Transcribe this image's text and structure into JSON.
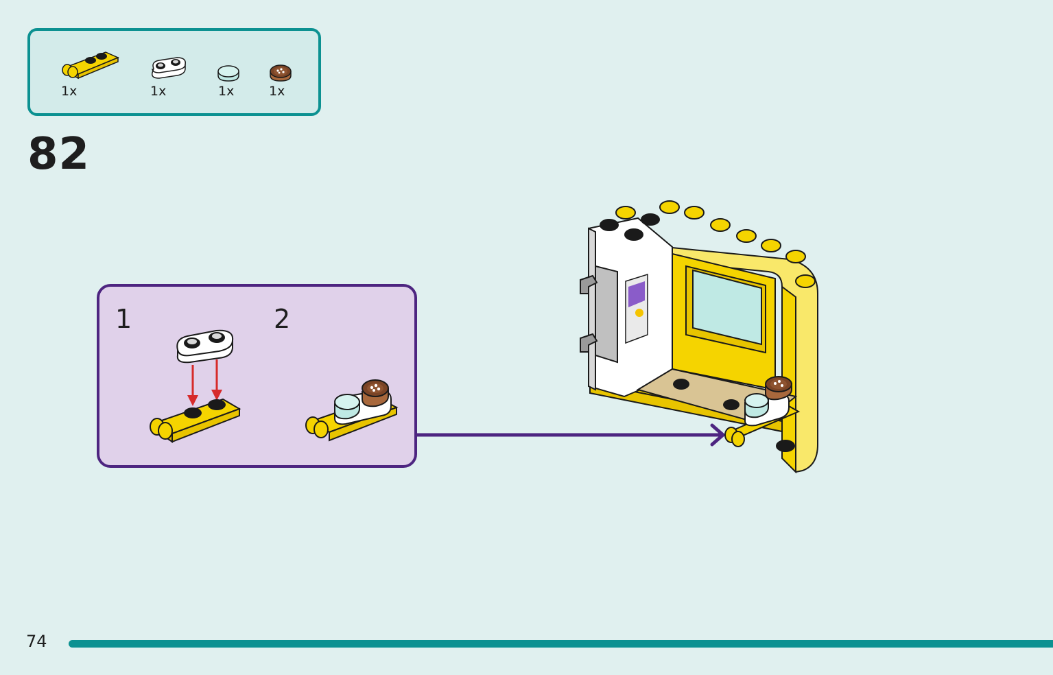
{
  "page": {
    "step_number": "82",
    "page_number": "74",
    "accent_color": "#0c9191",
    "subassembly_color": "#4d2580",
    "background_color": "#e0f0ef"
  },
  "parts_list": [
    {
      "icon": "yellow-handle-plate-icon",
      "quantity": "1x",
      "color": "#f5d400"
    },
    {
      "icon": "white-plate-1x2-icon",
      "quantity": "1x",
      "color": "#ffffff"
    },
    {
      "icon": "transparent-round-tile-icon",
      "quantity": "1x",
      "color": "#bfe9e4"
    },
    {
      "icon": "brown-round-cookie-tile-icon",
      "quantity": "1x",
      "color": "#a8683c"
    }
  ],
  "subassembly": {
    "steps": [
      {
        "number": "1"
      },
      {
        "number": "2"
      }
    ]
  }
}
